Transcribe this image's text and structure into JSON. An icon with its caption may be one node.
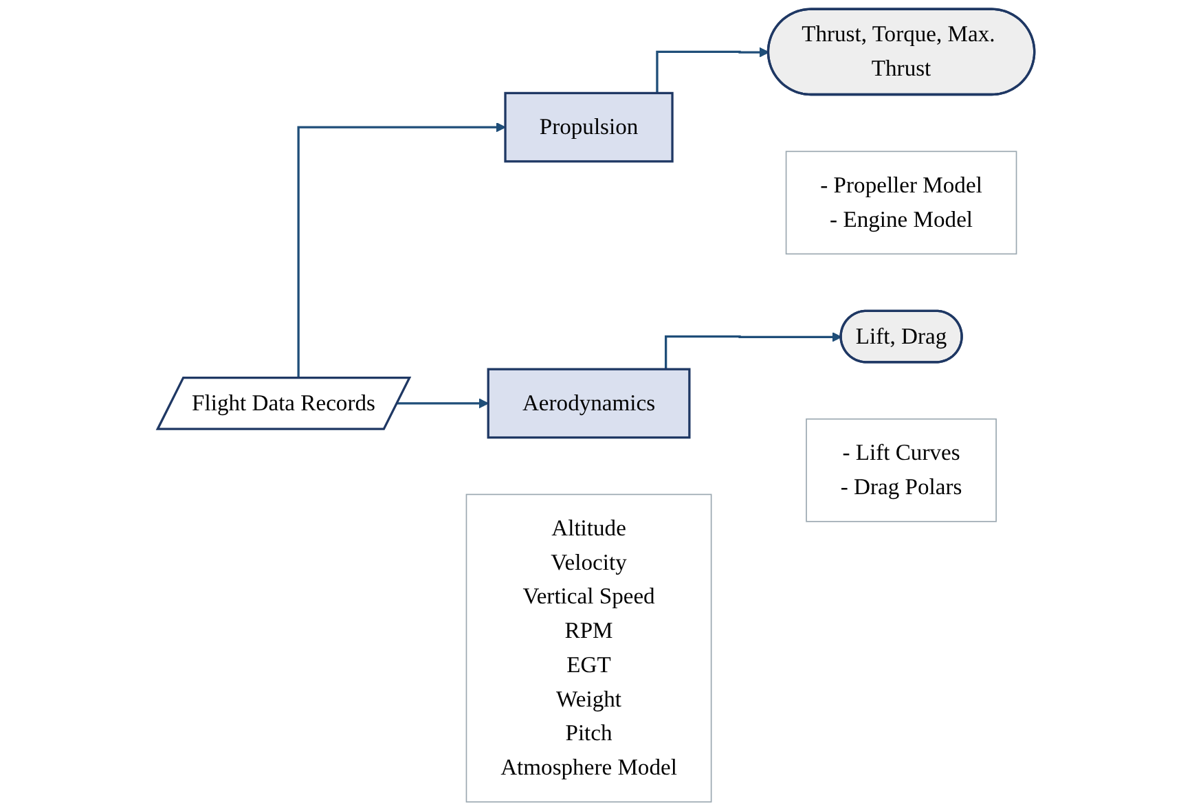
{
  "diagram": {
    "nodes": [
      {
        "text": [
          "Flight Data Records"
        ],
        "beside": [
          "Altitude",
          "Velocity",
          "Vertical Speed",
          "RPM",
          "EGT",
          "Weight",
          "Pitch",
          "Atmosphere Model"
        ]
      },
      {
        "text": [
          "Propulsion"
        ],
        "beside": [
          "- Propeller Model",
          "- Engine Model"
        ]
      },
      {
        "text": [
          "Aerodynamics"
        ],
        "beside": [
          "- Lift Curves",
          "- Drag Polars"
        ]
      },
      {
        "text": [
          "Thrust, Torque, Max. Thrust"
        ]
      },
      {
        "text": [
          "Lift, Drag"
        ]
      }
    ],
    "edges": [
      {
        "from": 0,
        "to": 1,
        "arrow": "to"
      },
      {
        "from": 0,
        "to": 2,
        "arrow": "to"
      },
      {
        "from": 1,
        "to": 3,
        "arrow": "to"
      },
      {
        "from": 2,
        "to": 4,
        "arrow": "to"
      }
    ]
  }
}
